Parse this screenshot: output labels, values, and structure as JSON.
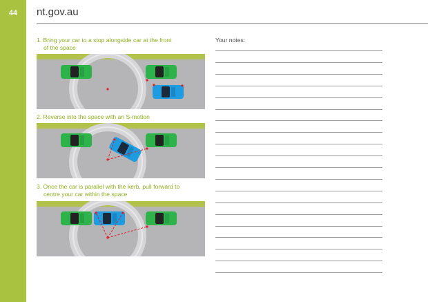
{
  "page": {
    "number": "44",
    "site": "nt.gov.au"
  },
  "steps": [
    {
      "line1": "1. Bring your car to a stop alongside car at the front",
      "line2": "of the space"
    },
    {
      "line1": "2. Reverse into the space with an S-motion",
      "line2": ""
    },
    {
      "line1": "3. Once the car is parallel with the kerb, pull forward to",
      "line2": "centre your car within the space"
    }
  ],
  "notes": {
    "label": "Your notes:",
    "line_count": 20
  },
  "colors": {
    "sidebar": "#a9c23f",
    "step_text": "#8cae1e",
    "road": "#b5b5b7",
    "kerb": "#b3c24a",
    "green_car": "#2db34a",
    "blue_car": "#1f9be0",
    "marker": "#e0202a"
  }
}
